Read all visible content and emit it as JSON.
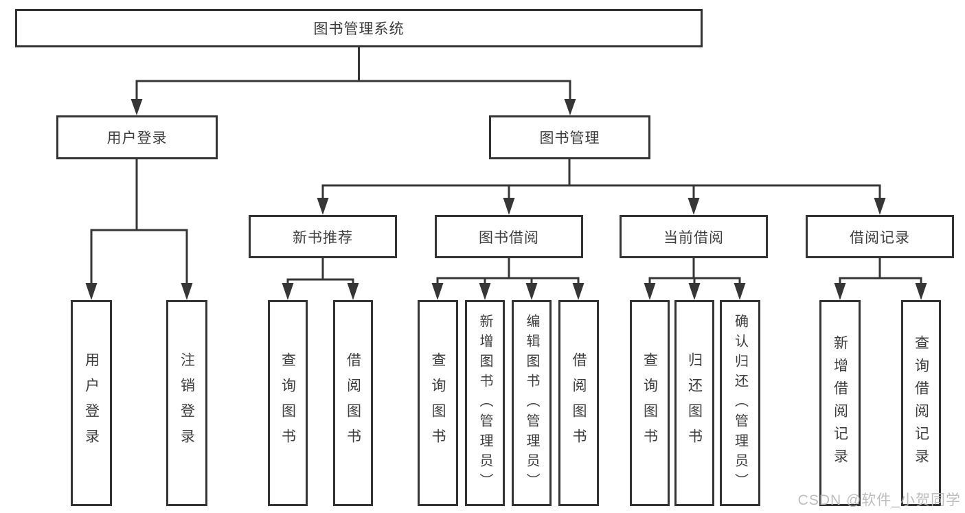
{
  "diagram": {
    "root": {
      "label": "图书管理系统"
    },
    "level2": [
      {
        "label": "用户登录"
      },
      {
        "label": "图书管理"
      }
    ],
    "level3": [
      {
        "label": "新书推荐"
      },
      {
        "label": "图书借阅"
      },
      {
        "label": "当前借阅"
      },
      {
        "label": "借阅记录"
      }
    ],
    "leaves": {
      "user_login": [
        "用户登录",
        "注销登录"
      ],
      "new_book": [
        "查询图书",
        "借阅图书"
      ],
      "book_borrow": [
        "查询图书",
        "新增图书（管理员）",
        "编辑图书（管理员）",
        "借阅图书"
      ],
      "current_borrow": [
        "查询图书",
        "归还图书",
        "确认归还（管理员）"
      ],
      "borrow_record": [
        "新增借阅记录",
        "查询借阅记录"
      ]
    }
  },
  "watermark": {
    "text": "CSDN @软件_小贺同学",
    "color": "#b9b9b9"
  },
  "colors": {
    "line": "#363636",
    "border": "#333333",
    "text": "#3d3d3d",
    "box_bg": "#ffffff"
  }
}
